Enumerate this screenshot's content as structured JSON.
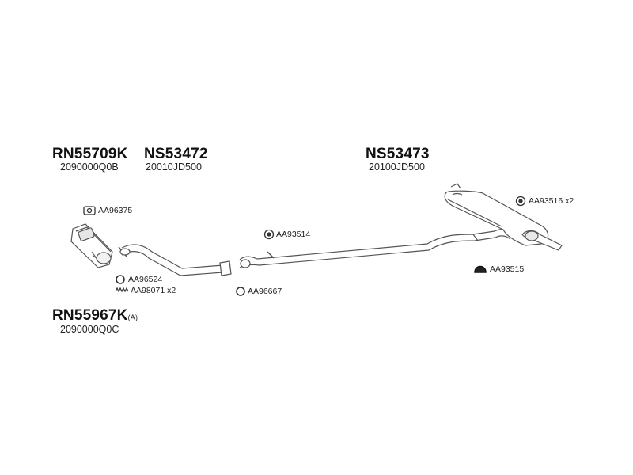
{
  "main_labels": {
    "cat1": {
      "code": "RN55709K",
      "ref": "2090000Q0B"
    },
    "front_pipe": {
      "code": "NS53472",
      "ref": "20010JD500"
    },
    "rear": {
      "code": "NS53473",
      "ref": "20100JD500"
    },
    "cat2": {
      "code": "RN55967K",
      "suffix": "(A)",
      "ref": "2090000Q0C"
    }
  },
  "parts": {
    "gasket_cat": "AA96375",
    "ring1": "AA96524",
    "spring": "AA98071 x2",
    "ring2": "AA96667",
    "clamp": "AA93514",
    "hanger_top": "AA93516 x2",
    "rubber_mount": "AA93515"
  },
  "colors": {
    "line": "#555555",
    "fill": "#ffffff",
    "shade": "#d9d9d9",
    "icon": "#333333"
  }
}
